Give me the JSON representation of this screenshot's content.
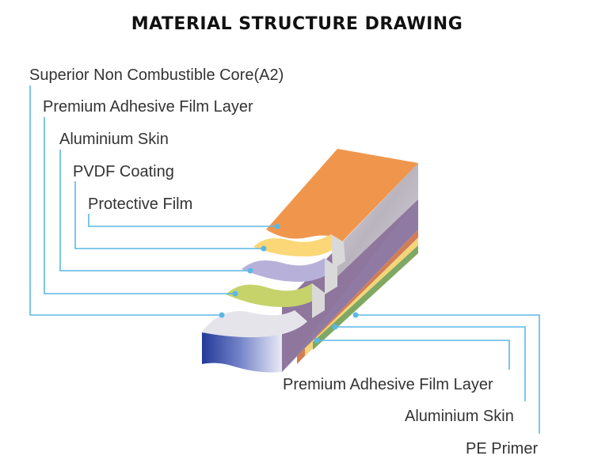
{
  "title": "MATERIAL STRUCTURE DRAWING",
  "top_labels": [
    "Superior Non Combustible Core(A2)",
    "Premium Adhesive Film Layer",
    "Aluminium Skin",
    "PVDF Coating",
    "Protective Film"
  ],
  "bottom_labels": [
    "Premium Adhesive Film Layer",
    "Aluminium Skin",
    "PE Primer"
  ],
  "colors": {
    "protective_film": "#f0964c",
    "pvdf_coating": "#fbd777",
    "aluminium_skin": "#b7b1d9",
    "adhesive_film": "#c5d36a",
    "core": "#2b3f9a",
    "core_side": "#8e769d",
    "leader_line": "#5bb8e6"
  }
}
